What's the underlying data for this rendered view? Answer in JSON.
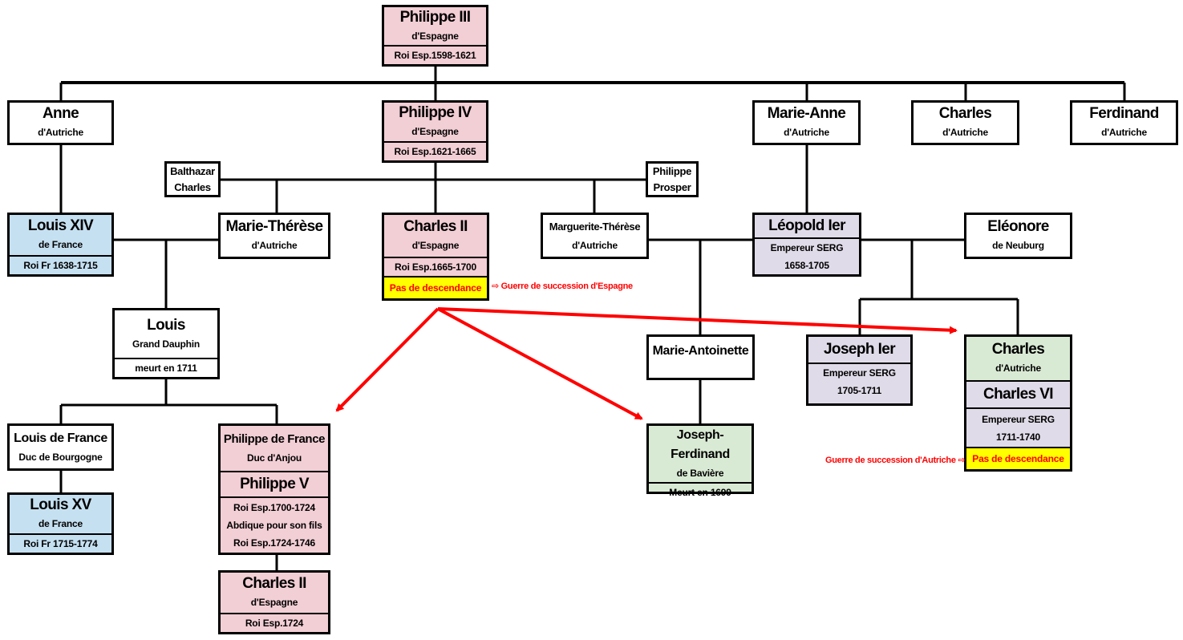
{
  "title": "Succession d'Espagne et d'Autriche",
  "colors": {
    "spain": "#f2ced5",
    "france": "#c5e0f1",
    "empire": "#e0dbe8",
    "claimant": "#d9ead4",
    "no_heir": "#ffff00",
    "arrow": "#ff0000"
  },
  "persons": {
    "philippe_iii": {
      "name": "Philippe III",
      "house": "d'Espagne",
      "reign": "Roi Esp.1598-1621"
    },
    "anne": {
      "name": "Anne",
      "house": "d'Autriche"
    },
    "philippe_iv": {
      "name": "Philippe IV",
      "house": "d'Espagne",
      "reign": "Roi Esp.1621-1665"
    },
    "marie_anne": {
      "name": "Marie-Anne",
      "house": "d'Autriche"
    },
    "charles_autriche_1": {
      "name": "Charles",
      "house": "d'Autriche"
    },
    "ferdinand": {
      "name": "Ferdinand",
      "house": "d'Autriche"
    },
    "balthazar_charles": {
      "line1": "Balthazar",
      "line2": "Charles"
    },
    "philippe_prosper": {
      "line1": "Philippe",
      "line2": "Prosper"
    },
    "louis_xiv": {
      "name": "Louis XIV",
      "house": "de France",
      "reign": "Roi Fr 1638-1715"
    },
    "marie_therese": {
      "name": "Marie-Thérèse",
      "house": "d'Autriche"
    },
    "charles_ii": {
      "name": "Charles II",
      "house": "d'Espagne",
      "reign": "Roi Esp.1665-1700",
      "status": "Pas de descendance"
    },
    "marguerite_therese": {
      "name": "Marguerite-Thérèse",
      "house": "d'Autriche"
    },
    "leopold_ier": {
      "name": "Léopold Ier",
      "title": "Empereur SERG",
      "reign": "1658-1705"
    },
    "eleonore": {
      "name": "Eléonore",
      "house": "de Neuburg"
    },
    "louis_grand_dauphin": {
      "name": "Louis",
      "title": "Grand Dauphin",
      "note": "meurt en 1711"
    },
    "marie_antoinette": {
      "name": "Marie-Antoinette"
    },
    "joseph_ier": {
      "name": "Joseph Ier",
      "title": "Empereur SERG",
      "reign": "1705-1711"
    },
    "charles_vi": {
      "name": "Charles",
      "house": "d'Autriche",
      "regnal_name": "Charles VI",
      "title": "Empereur SERG",
      "reign": "1711-1740",
      "status": "Pas de descendance"
    },
    "louis_bourgogne": {
      "name": "Louis de France",
      "title": "Duc de Bourgogne"
    },
    "philippe_v": {
      "name": "Philippe de France",
      "title": "Duc d'Anjou",
      "regnal_name": "Philippe V",
      "reign1": "Roi Esp.1700-1724",
      "note": "Abdique pour son fils",
      "reign2": "Roi Esp.1724-1746"
    },
    "joseph_ferdinand": {
      "name": "Joseph-Ferdinand",
      "house": "de Bavière",
      "note": "Meurt en 1699"
    },
    "louis_xv": {
      "name": "Louis XV",
      "house": "de France",
      "reign": "Roi Fr 1715-1774"
    },
    "louis_i_espagne": {
      "name": "Charles II",
      "house": "d'Espagne",
      "reign": "Roi Esp.1724"
    }
  },
  "annotations": {
    "spain_war": "⇨  Guerre de succession d'Espagne",
    "austria_war": "Guerre de succession d'Autriche ⇨"
  }
}
